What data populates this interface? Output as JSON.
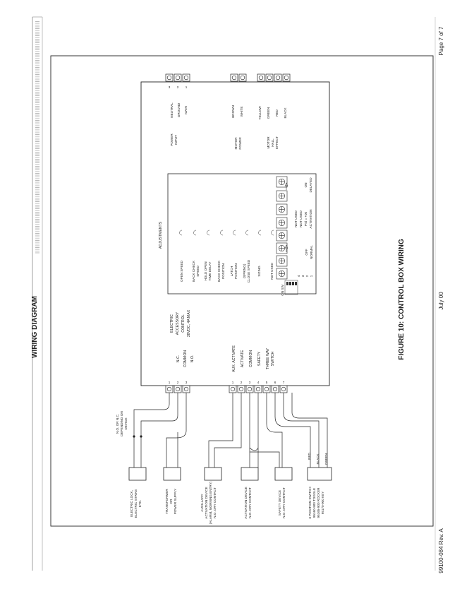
{
  "header": {
    "title": "WIRING DIAGRAM"
  },
  "figure": {
    "caption": "FIGURE 10: CONTROL BOX WIRING"
  },
  "footer": {
    "doc_number": "99100-084 Rev. A",
    "date": "July 00",
    "page": "Page 7 of 7"
  },
  "box": {
    "adjustments_title": "ADJUSTMENTS",
    "relay_labels": [
      "N.C.",
      "COMMON",
      "N.O."
    ],
    "relay_desc": [
      "ELECTRIC",
      "ACCESSORY",
      "CONTROL",
      "28VDC, 4A MAX"
    ],
    "input_labels": [
      "AUX. ACTIVATE",
      "ACTIVATE",
      "COMMON",
      "SAFETY",
      "THREE WAY",
      "SWITCH"
    ],
    "adjustments": [
      [
        "OPEN SPEED"
      ],
      [
        "BACK CHECK",
        "SPEED"
      ],
      [
        "HOLD OPEN",
        "TIME DELAY"
      ],
      [
        "BACK CHECK",
        "POSITION"
      ],
      [
        "LATCH",
        "POSITION"
      ],
      [
        "(SPRING)",
        "CLOSE SPEED"
      ],
      [
        "SIZING"
      ],
      [
        "NOT USED"
      ]
    ],
    "dip": {
      "label": "ON SW",
      "numbers": [
        "4",
        "3",
        "2",
        "1"
      ],
      "not_used": [
        "NOT USED",
        "NOT USED"
      ],
      "psi": "PSi = +00",
      "activation": "ACTIVATION",
      "off": "OFF",
      "normal": "NORMAL",
      "on": "ON",
      "delayed": "DELAYED"
    },
    "power": {
      "title": [
        "POWER",
        "INPUT"
      ],
      "labels": [
        "NEUTRAL",
        "GROUND",
        "MAIN"
      ],
      "nums": [
        "3",
        "2",
        "1"
      ]
    },
    "motor_power": {
      "title": [
        "MOTOR",
        "POWER"
      ],
      "labels": [
        "BROWN",
        "WHITE"
      ]
    },
    "motor_hall": {
      "title": [
        "MOTOR",
        "HALL",
        "EFFECT"
      ],
      "labels": [
        "YELLOW",
        "GREEN",
        "RED",
        "BLACK"
      ]
    },
    "terminal_nums_top": [
      "1",
      "2",
      "3"
    ],
    "terminal_nums_bottom": [
      "1",
      "2",
      "3",
      "4",
      "5",
      "6",
      "7"
    ]
  },
  "devices": {
    "no_nc_note": [
      "N.O. OR N.C.",
      "DEPENDING ON",
      "DEVICE"
    ],
    "electric_lock": [
      "ELECTRIC LOCK,",
      "ELECTRIC STRIKE",
      "ETC."
    ],
    "transformer": [
      "TRANSFORMER",
      "OR",
      "POWER SUPPLY"
    ],
    "auxiliary": [
      "AUXILLARY",
      "ACTIVATION DEVICE",
      "(ALARM, MORNING ENTRY)",
      "N.O. DRY CONTACT"
    ],
    "activation": [
      "ACTIVATION DEVICE",
      "N.O. DRY CONTACT"
    ],
    "safety": [
      "SAFETY DEVICE",
      "N.O. DRY CONTACT"
    ],
    "switch": [
      "3 POSITION SWITCH",
      "95160-900 TOGGLE",
      "95165-900 ROCKER",
      "95170-900 KEY"
    ],
    "wire_colors": [
      "RED",
      "BLACK",
      "GREEN"
    ]
  }
}
